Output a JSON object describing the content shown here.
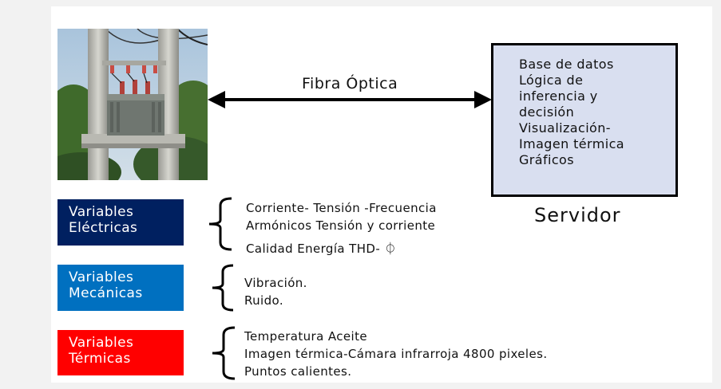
{
  "link": {
    "label": "Fibra Óptica"
  },
  "server": {
    "title": "Servidor",
    "lines": [
      "Base de datos",
      "Lógica de",
      "inferencia y",
      "decisión",
      "Visualización-",
      "Imagen térmica",
      "Gráficos"
    ]
  },
  "groups": [
    {
      "label_line1": "Variables",
      "label_line2": "Eléctricas",
      "color": "#002060",
      "items": [
        "Corriente- Tensión -Frecuencia",
        "Armónicos Tensión y corriente",
        "Calidad Energía THD- ⏀"
      ]
    },
    {
      "label_line1": "Variables",
      "label_line2": "Mecánicas",
      "color": "#0070c0",
      "items": [
        "Vibración.",
        "Ruido."
      ]
    },
    {
      "label_line1": "Variables",
      "label_line2": "Térmicas",
      "color": "#ff0000",
      "items": [
        "Temperatura Aceite",
        "Imagen térmica-Cámara infrarroja 4800 pixeles.",
        "Puntos calientes."
      ]
    }
  ]
}
